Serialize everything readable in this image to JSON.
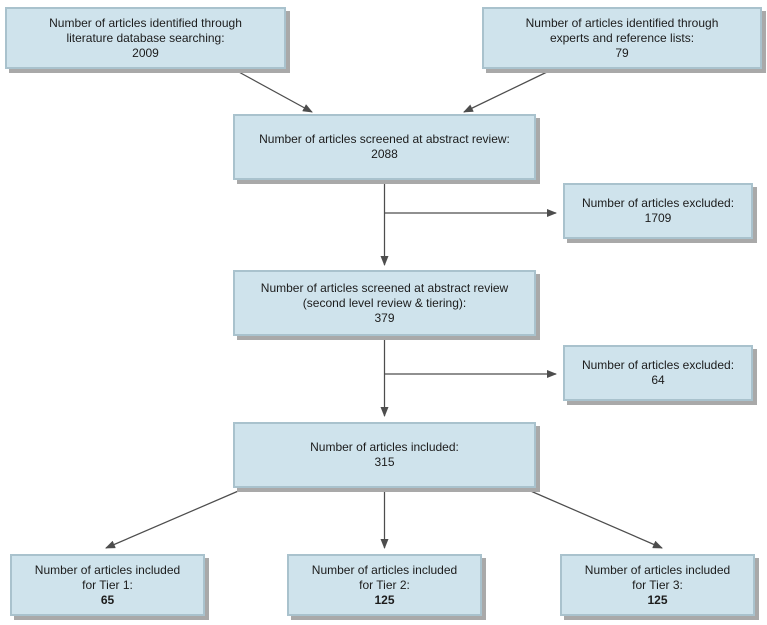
{
  "theme": {
    "box_fill": "#cfe3ec",
    "box_border": "#a9c2cd",
    "box_shadow": "#a9a9a9",
    "arrow_color": "#4d4d4d",
    "text_color": "#1c1c1c",
    "background": "#ffffff"
  },
  "chart_data": {
    "type": "flowchart",
    "nodes": [
      {
        "id": "db-search",
        "label": "Number of articles identified through literature database searching",
        "value": 2009
      },
      {
        "id": "experts-reference",
        "label": "Number of articles identified through experts and reference lists",
        "value": 79
      },
      {
        "id": "abstract-review",
        "label": "Number of articles screened at abstract review",
        "value": 2088
      },
      {
        "id": "excluded-1",
        "label": "Number of articles excluded",
        "value": 1709
      },
      {
        "id": "second-level-review",
        "label": "Number of articles screened at abstract review (second level review & tiering)",
        "value": 379
      },
      {
        "id": "excluded-2",
        "label": "Number of articles excluded",
        "value": 64
      },
      {
        "id": "included",
        "label": "Number of articles included",
        "value": 315
      },
      {
        "id": "tier-1",
        "label": "Number of articles included for Tier 1",
        "value": 65
      },
      {
        "id": "tier-2",
        "label": "Number of articles included for Tier 2",
        "value": 125
      },
      {
        "id": "tier-3",
        "label": "Number of articles included for Tier 3",
        "value": 125
      }
    ],
    "edges": [
      [
        "db-search",
        "abstract-review"
      ],
      [
        "experts-reference",
        "abstract-review"
      ],
      [
        "abstract-review",
        "excluded-1"
      ],
      [
        "abstract-review",
        "second-level-review"
      ],
      [
        "second-level-review",
        "excluded-2"
      ],
      [
        "second-level-review",
        "included"
      ],
      [
        "included",
        "tier-1"
      ],
      [
        "included",
        "tier-2"
      ],
      [
        "included",
        "tier-3"
      ]
    ]
  },
  "nodes": [
    {
      "text": "Number of articles identified through\nliterature database searching:",
      "value": "2009"
    },
    {
      "text": "Number of articles identified through\nexperts and reference lists:",
      "value": "79"
    },
    {
      "text": "Number of articles screened at abstract review:",
      "value": "2088"
    },
    {
      "text": "Number of articles excluded:",
      "value": "1709"
    },
    {
      "text": "Number of articles screened at abstract review\n(second level review & tiering):",
      "value": "379"
    },
    {
      "text": "Number of articles excluded:",
      "value": "64"
    },
    {
      "text": "Number of articles included:",
      "value": "315"
    },
    {
      "text": "Number of articles included\nfor Tier 1:",
      "value": "65"
    },
    {
      "text": "Number of articles included\nfor Tier 2:",
      "value": "125"
    },
    {
      "text": "Number of articles included\nfor Tier 3:",
      "value": "125"
    }
  ]
}
